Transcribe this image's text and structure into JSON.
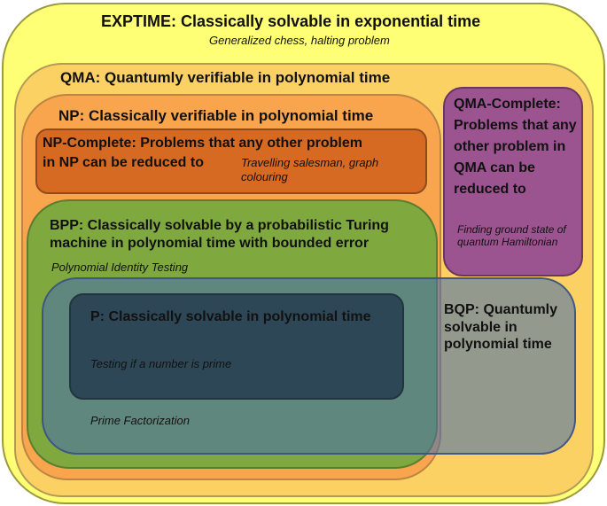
{
  "classes": {
    "exptime": {
      "title": "EXPTIME: Classically solvable in exponential time",
      "example": "Generalized chess, halting problem"
    },
    "qma": {
      "title": "QMA: Quantumly verifiable in polynomial time"
    },
    "np": {
      "title": "NP: Classically verifiable in polynomial time"
    },
    "np_complete": {
      "title_line1": "NP-Complete: Problems that any other problem",
      "title_line2": "in NP can be reduced to",
      "example": "Travelling salesman, graph colouring"
    },
    "qma_complete": {
      "title": "QMA-Complete: Problems that any other problem in QMA can be reduced to",
      "example": "Finding ground state of quantum Hamiltonian"
    },
    "bpp": {
      "title": "BPP: Classically solvable by a probabilistic Turing machine in polynomial time with bounded error",
      "example": "Polynomial Identity Testing"
    },
    "bqp": {
      "title": "BQP: Quantumly solvable in polynomial time",
      "example": "Prime Factorization"
    },
    "p": {
      "title": "P: Classically solvable in polynomial time",
      "example": "Testing if a number is prime"
    }
  },
  "colors": {
    "exptime": "#ffff75",
    "qma": "#fcd163",
    "np": "#f9a54e",
    "np_complete": "#d66a23",
    "bpp": "#7fa83f",
    "bqp": "#4870ac",
    "p": "#2e4756",
    "qma_complete": "#9c5490"
  }
}
